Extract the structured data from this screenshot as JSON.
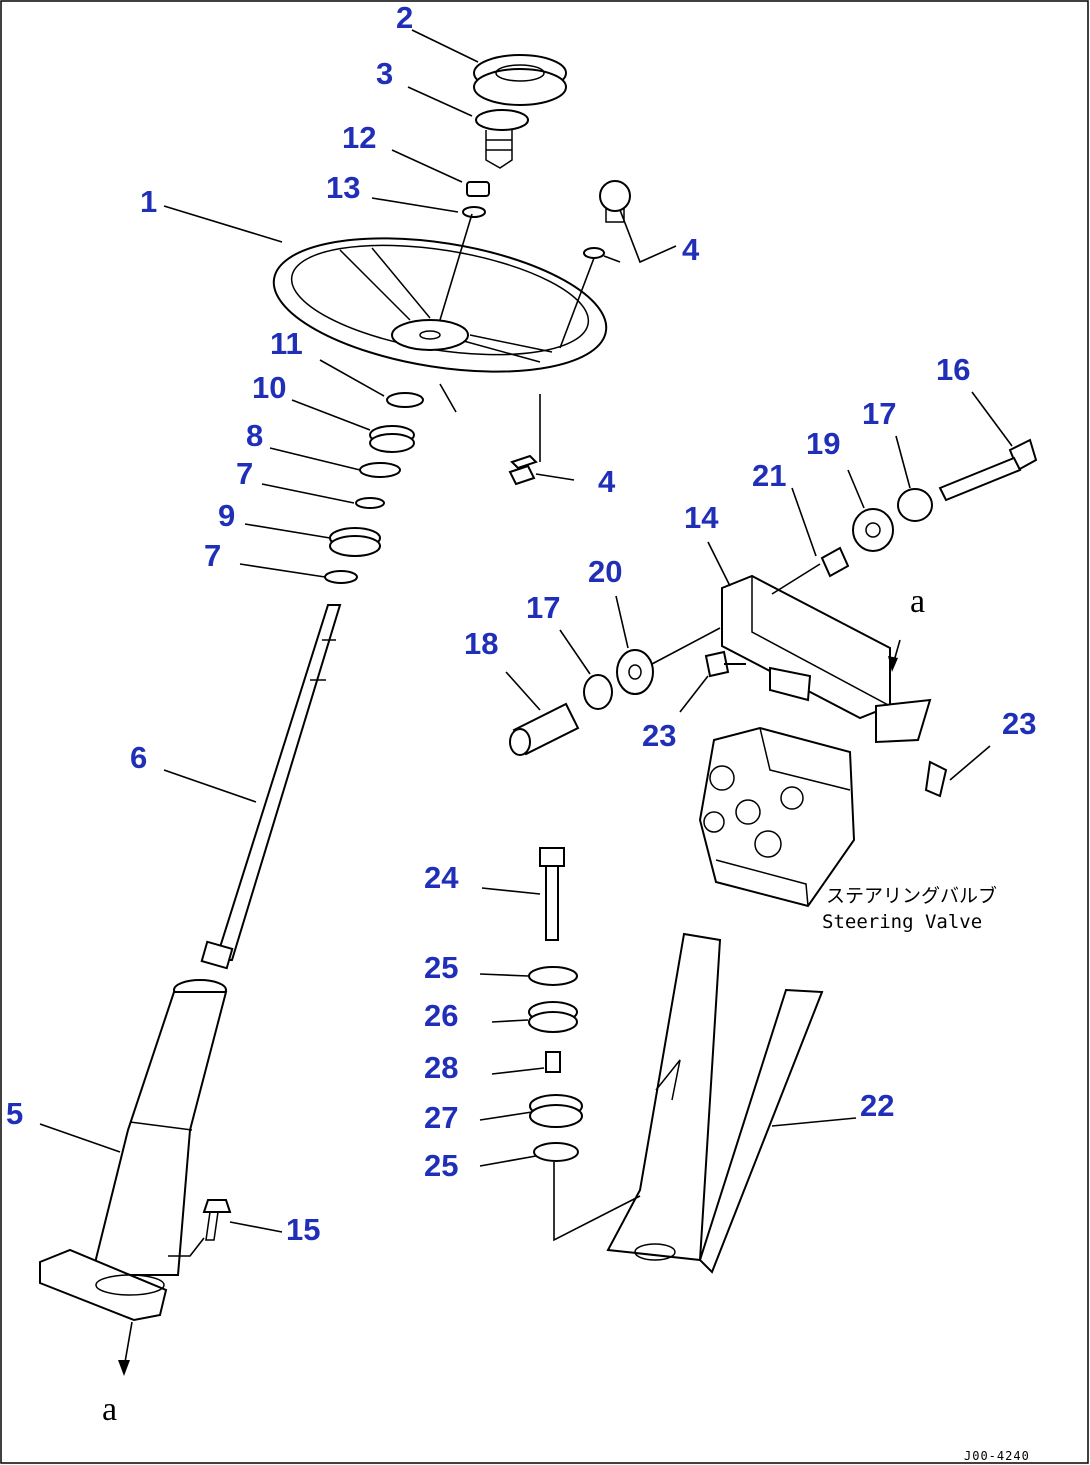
{
  "callouts": [
    {
      "id": "c1",
      "text": "1"
    },
    {
      "id": "c2",
      "text": "2"
    },
    {
      "id": "c3",
      "text": "3"
    },
    {
      "id": "c4a",
      "text": "4"
    },
    {
      "id": "c4b",
      "text": "4"
    },
    {
      "id": "c5",
      "text": "5"
    },
    {
      "id": "c6",
      "text": "6"
    },
    {
      "id": "c7a",
      "text": "7"
    },
    {
      "id": "c7b",
      "text": "7"
    },
    {
      "id": "c8",
      "text": "8"
    },
    {
      "id": "c9",
      "text": "9"
    },
    {
      "id": "c10",
      "text": "10"
    },
    {
      "id": "c11",
      "text": "11"
    },
    {
      "id": "c12",
      "text": "12"
    },
    {
      "id": "c13",
      "text": "13"
    },
    {
      "id": "c14",
      "text": "14"
    },
    {
      "id": "c15",
      "text": "15"
    },
    {
      "id": "c16",
      "text": "16"
    },
    {
      "id": "c17a",
      "text": "17"
    },
    {
      "id": "c17b",
      "text": "17"
    },
    {
      "id": "c18",
      "text": "18"
    },
    {
      "id": "c19",
      "text": "19"
    },
    {
      "id": "c20",
      "text": "20"
    },
    {
      "id": "c21",
      "text": "21"
    },
    {
      "id": "c22",
      "text": "22"
    },
    {
      "id": "c23a",
      "text": "23"
    },
    {
      "id": "c23b",
      "text": "23"
    },
    {
      "id": "c24",
      "text": "24"
    },
    {
      "id": "c25a",
      "text": "25"
    },
    {
      "id": "c25b",
      "text": "25"
    },
    {
      "id": "c26",
      "text": "26"
    },
    {
      "id": "c27",
      "text": "27"
    },
    {
      "id": "c28",
      "text": "28"
    }
  ],
  "labels": {
    "valve_jp": "ステアリングバルブ",
    "valve_en": "Steering Valve",
    "ref_top": "a",
    "ref_bottom": "a",
    "doc_id": "J00-4240"
  },
  "colors": {
    "callout": "#1f2fb8",
    "line": "#000000",
    "background": "#ffffff"
  }
}
